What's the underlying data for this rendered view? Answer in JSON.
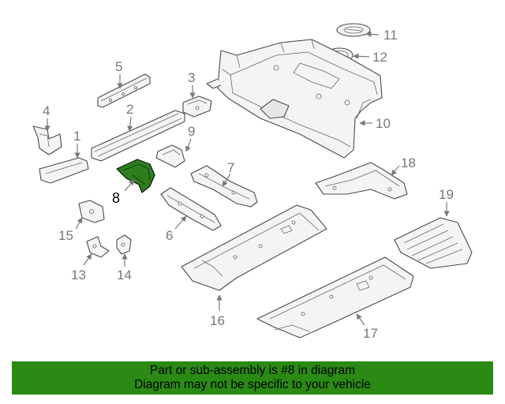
{
  "diagram": {
    "callouts": [
      "1",
      "2",
      "3",
      "4",
      "5",
      "6",
      "7",
      "8",
      "9",
      "10",
      "11",
      "12",
      "13",
      "14",
      "15",
      "16",
      "17",
      "18",
      "19"
    ],
    "highlighted_part": "8",
    "highlight_color": "#2e7d1f"
  },
  "banner": {
    "line1": "Part or sub-assembly is #8 in diagram",
    "line2": "Diagram may not be specific to your vehicle",
    "background": "#2a8a14"
  }
}
